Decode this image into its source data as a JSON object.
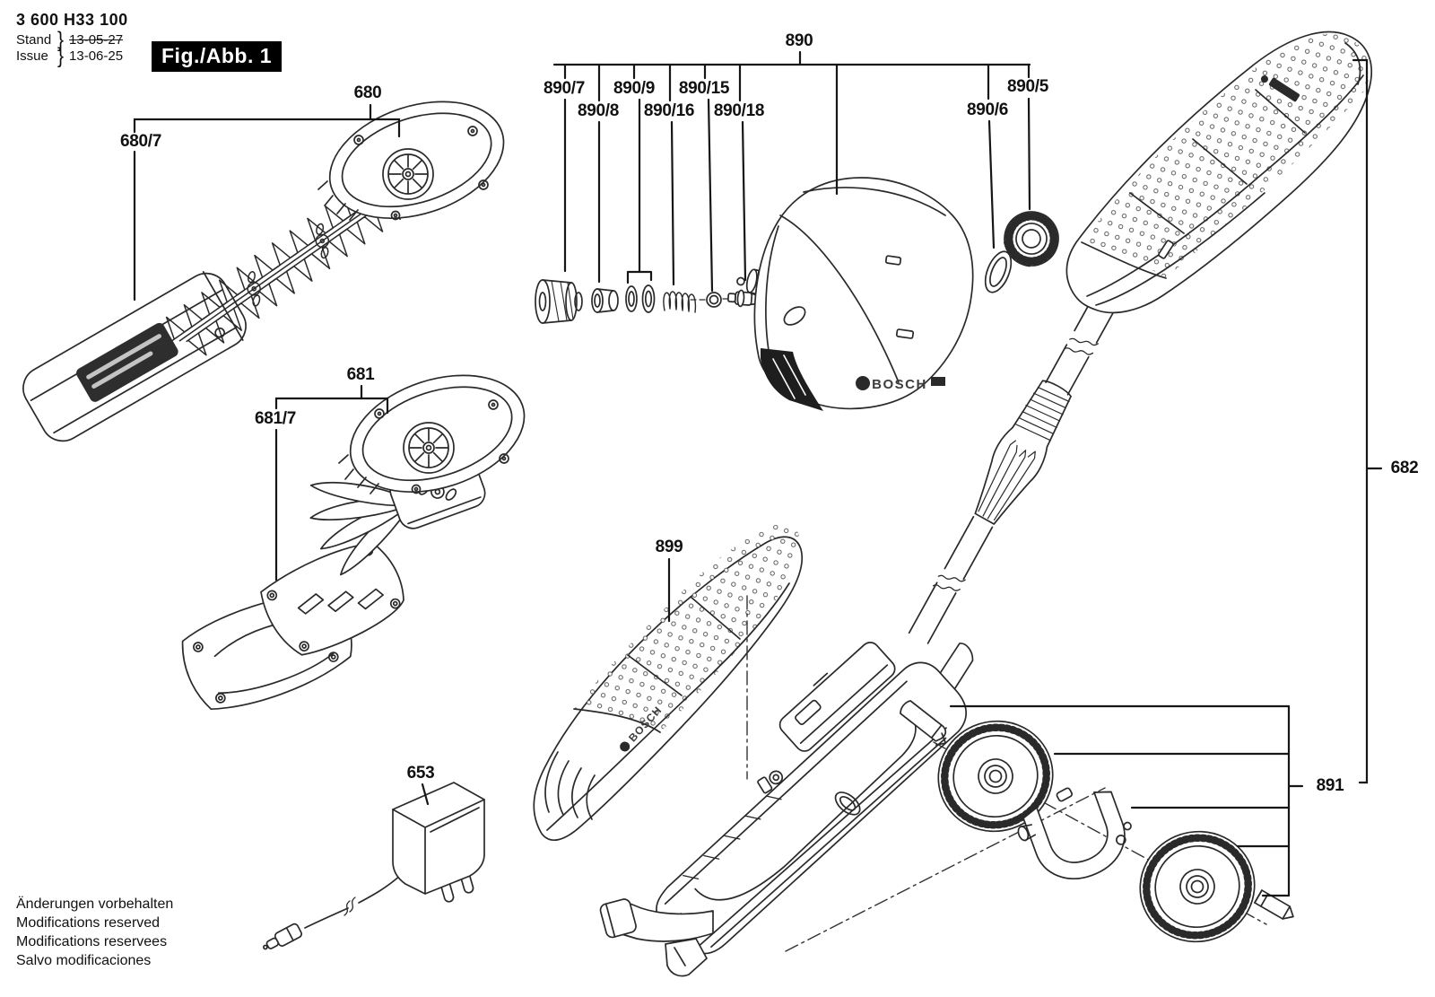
{
  "header": {
    "part_number": "3 600 H33 100",
    "stand_label": "Stand",
    "issue_label": "Issue",
    "brace": "}",
    "stand_date": "13-05-27",
    "issue_date": "13-06-25",
    "figure_label": "Fig./Abb. 1"
  },
  "brand": "BOSCH",
  "part_labels": {
    "p680": "680",
    "p680_7": "680/7",
    "p681": "681",
    "p681_7": "681/7",
    "p653": "653",
    "p899": "899",
    "p890": "890",
    "p890_7": "890/7",
    "p890_8": "890/8",
    "p890_9": "890/9",
    "p890_16": "890/16",
    "p890_15": "890/15",
    "p890_18": "890/18",
    "p890_6": "890/6",
    "p890_5": "890/5",
    "p682": "682",
    "p891": "891"
  },
  "footer": {
    "line1": "Änderungen vorbehalten",
    "line2": "Modifications reserved",
    "line3": "Modifications reservees",
    "line4": "Salvo modificaciones"
  },
  "colors": {
    "ink": "#2a2a2a",
    "leader": "#161616",
    "figure_box_bg": "#000000"
  }
}
